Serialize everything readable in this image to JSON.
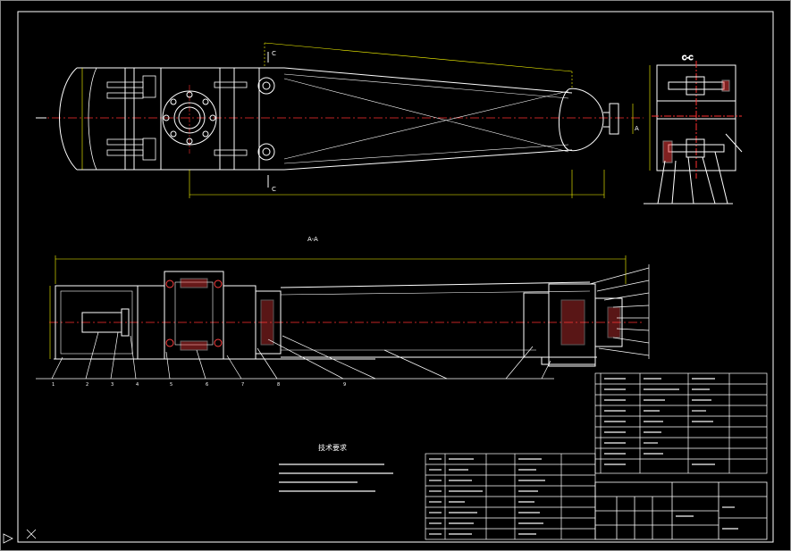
{
  "views": {
    "section_cc_label": "C-C",
    "section_aa_label": "A-A",
    "cut_mark": "C",
    "arrow_mark": "A"
  },
  "balloons_lower": [
    "1",
    "2",
    "3",
    "4",
    "5",
    "6",
    "7",
    "8",
    "9"
  ],
  "tech_requirements": {
    "title": "技术要求"
  },
  "colors": {
    "outline": "#ffffff",
    "centerline": "#ff3030",
    "dimension": "#ffff00",
    "hatch": "#ff4040",
    "part": "#d0d0d0"
  }
}
